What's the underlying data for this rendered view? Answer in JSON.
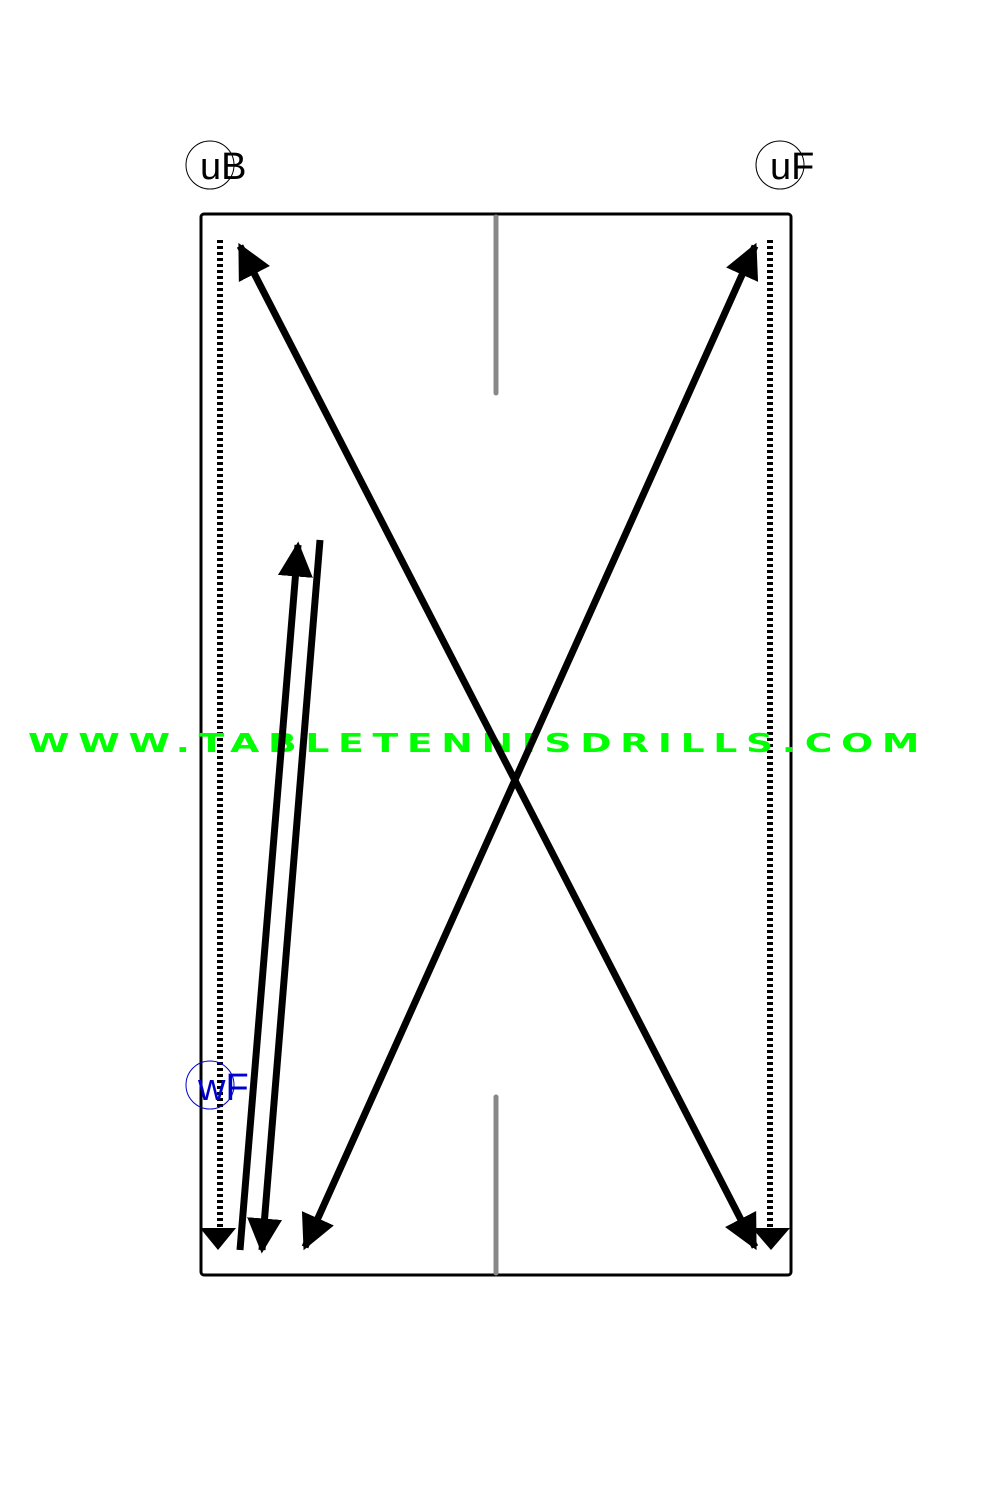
{
  "players": {
    "top_left": {
      "label": "uB",
      "color": "#000000"
    },
    "top_right": {
      "label": "uF",
      "color": "#000000"
    },
    "bottom_left": {
      "label": "wF",
      "color": "#0000cc"
    }
  },
  "watermark": {
    "text": "WWW.TABLETENNISDRILLS.COM",
    "color": "#00ff00"
  },
  "colors": {
    "table_border": "#000000",
    "center_line": "#888888",
    "arrow": "#000000"
  }
}
